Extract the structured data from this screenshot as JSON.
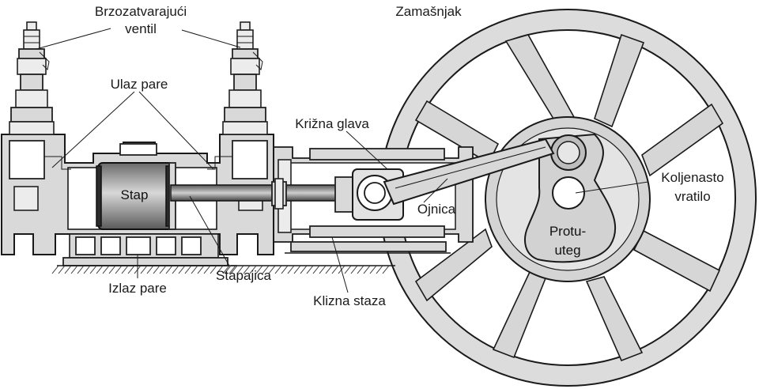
{
  "labels": {
    "quick_valve_line1": "Brzozatvarajući",
    "quick_valve_line2": "ventil",
    "flywheel": "Zamašnjak",
    "steam_inlet": "Ulaz pare",
    "crosshead": "Križna glava",
    "piston": "Stap",
    "connecting_rod": "Ojnica",
    "crankshaft_line1": "Koljenasto",
    "crankshaft_line2": "vratilo",
    "counterweight_line1": "Protu-",
    "counterweight_line2": "uteg",
    "piston_rod": "Stapajica",
    "steam_outlet": "Izlaz pare",
    "slide_track": "Klizna staza"
  }
}
